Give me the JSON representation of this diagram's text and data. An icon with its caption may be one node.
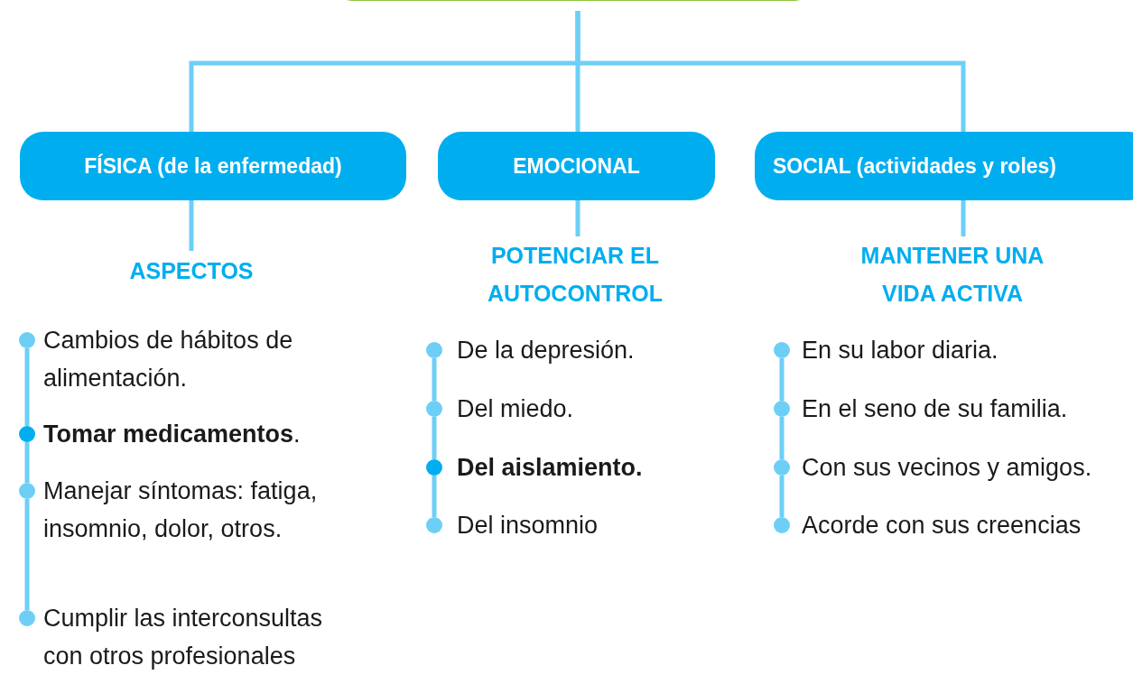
{
  "diagram": {
    "nodes": [
      {
        "text": [],
        "shape": "box"
      },
      {
        "text": [
          "FÍSICA (de la enfermedad)"
        ]
      },
      {
        "text": [
          "EMOCIONAL"
        ]
      },
      {
        "text": [
          "SOCIAL (actividades y roles)"
        ]
      },
      {
        "text": [
          "ASPECTOS"
        ]
      },
      {
        "text": [
          "POTENCIAR EL AUTOCONTROL"
        ]
      },
      {
        "text": [
          "MANTENER UNA VIDA ACTIVA"
        ]
      },
      {
        "text": [],
        "shape": "circle",
        "beside": [
          "Cambios de hábitos de alimentación."
        ]
      },
      {
        "text": [],
        "shape": "circle",
        "beside": [
          "**Tomar medicamentos**."
        ]
      },
      {
        "text": [],
        "shape": "circle",
        "beside": [
          "Manejar síntomas: fatiga, insomnio, dolor, otros."
        ]
      },
      {
        "text": [],
        "shape": "circle",
        "beside": [
          "Cumplir las interconsultas con otros profesionales"
        ]
      },
      {
        "text": [],
        "shape": "circle",
        "beside": [
          "De la depresión."
        ]
      },
      {
        "text": [],
        "shape": "circle",
        "beside": [
          "Del miedo."
        ]
      },
      {
        "text": [],
        "shape": "circle",
        "beside": [
          "**Del aislamiento.**"
        ]
      },
      {
        "text": [],
        "shape": "circle",
        "beside": [
          "Del insomnio"
        ]
      },
      {
        "text": [],
        "shape": "circle",
        "beside": [
          "En su labor diaria."
        ]
      },
      {
        "text": [],
        "shape": "circle",
        "beside": [
          "En el seno de su familia."
        ]
      },
      {
        "text": [],
        "shape": "circle",
        "beside": [
          "Con sus vecinos y amigos."
        ]
      },
      {
        "text": [],
        "shape": "circle",
        "beside": [
          "Acorde con sus creencias"
        ]
      }
    ],
    "edges": [
      {
        "from": 0,
        "to": 1,
        "arrow": "none"
      },
      {
        "from": 0,
        "to": 2,
        "arrow": "none"
      },
      {
        "from": 0,
        "to": 3,
        "arrow": "none"
      },
      {
        "from": 1,
        "to": 4,
        "arrow": "none"
      },
      {
        "from": 2,
        "to": 5,
        "arrow": "none"
      },
      {
        "from": 3,
        "to": 6,
        "arrow": "none"
      },
      {
        "from": 7,
        "to": 8,
        "arrow": "none"
      },
      {
        "from": 8,
        "to": 9,
        "arrow": "none"
      },
      {
        "from": 9,
        "to": 10,
        "arrow": "none"
      },
      {
        "from": 11,
        "to": 12,
        "arrow": "none"
      },
      {
        "from": 12,
        "to": 13,
        "arrow": "none"
      },
      {
        "from": 13,
        "to": 14,
        "arrow": "none"
      },
      {
        "from": 15,
        "to": 16,
        "arrow": "none"
      },
      {
        "from": 16,
        "to": 17,
        "arrow": "none"
      },
      {
        "from": 17,
        "to": 18,
        "arrow": "none"
      }
    ]
  }
}
